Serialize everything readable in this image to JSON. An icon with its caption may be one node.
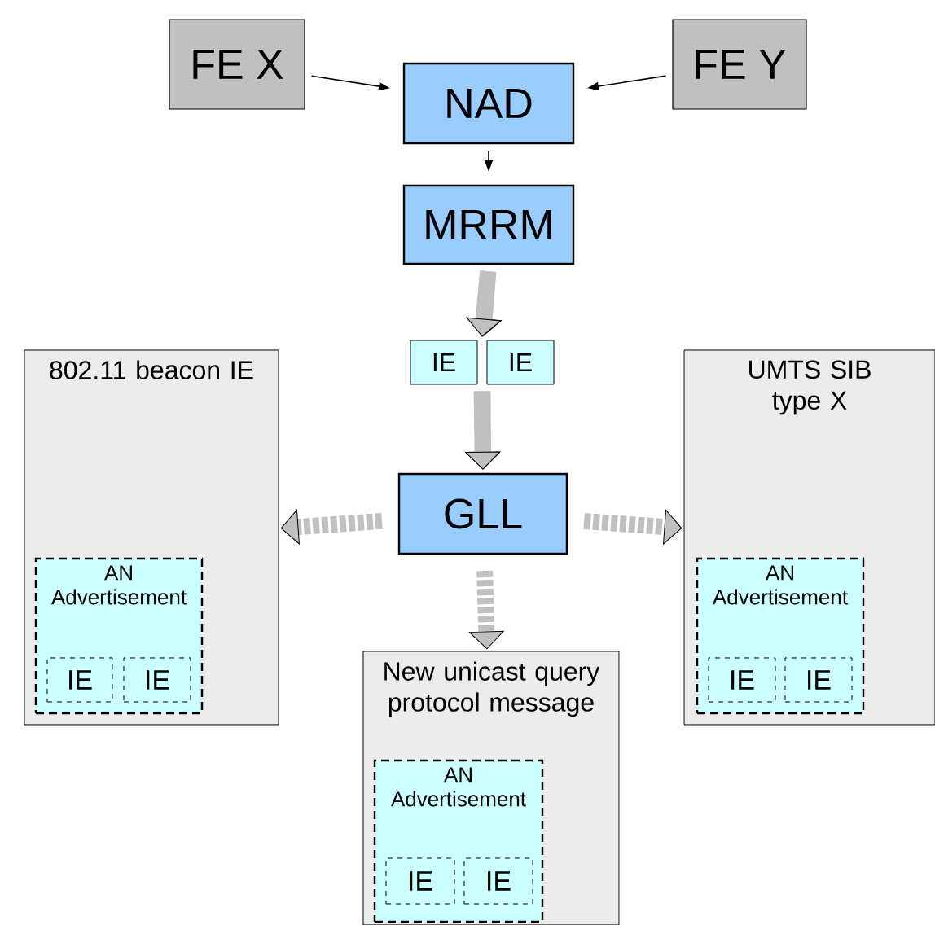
{
  "diagram": {
    "nodes": [
      {
        "text": [
          "FE X"
        ]
      },
      {
        "text": [
          "FE Y"
        ]
      },
      {
        "text": [
          "NAD"
        ]
      },
      {
        "text": [
          "MRRM"
        ]
      },
      {
        "text": [
          "IE"
        ]
      },
      {
        "text": [
          "IE"
        ]
      },
      {
        "text": [
          "GLL"
        ]
      },
      {
        "text": [
          "802.11 beacon IE"
        ]
      },
      {
        "text": [
          "AN Advertisement"
        ],
        "in": 7
      },
      {
        "text": [
          "IE"
        ],
        "in": 8
      },
      {
        "text": [
          "IE"
        ],
        "in": 8
      },
      {
        "text": [
          "UMTS SIB type X"
        ]
      },
      {
        "text": [
          "AN Advertisement"
        ],
        "in": 11
      },
      {
        "text": [
          "IE"
        ],
        "in": 12
      },
      {
        "text": [
          "IE"
        ],
        "in": 12
      },
      {
        "text": [
          "New unicast query protocol message"
        ]
      },
      {
        "text": [
          "AN Advertisement"
        ],
        "in": 15
      },
      {
        "text": [
          "IE"
        ],
        "in": 16
      },
      {
        "text": [
          "IE"
        ],
        "in": 16
      }
    ],
    "edges": [
      {
        "from": 0,
        "to": 2,
        "arrow": "to",
        "color": "#000000"
      },
      {
        "from": 1,
        "to": 2,
        "arrow": "to",
        "color": "#000000"
      },
      {
        "from": 2,
        "to": 3,
        "arrow": "to",
        "color": "#000000"
      },
      {
        "from": 3,
        "to": 4,
        "arrow": "to",
        "color": "#c0c0c0"
      },
      {
        "from": 3,
        "to": 5,
        "arrow": "to",
        "color": "#c0c0c0"
      },
      {
        "from": 4,
        "to": 6,
        "arrow": "to",
        "color": "#c0c0c0"
      },
      {
        "from": 5,
        "to": 6,
        "arrow": "to",
        "color": "#c0c0c0"
      },
      {
        "from": 6,
        "to": 7,
        "arrow": "to",
        "style": "dashed",
        "color": "#c0c0c0"
      },
      {
        "from": 6,
        "to": 11,
        "arrow": "to",
        "style": "dashed",
        "color": "#c0c0c0"
      },
      {
        "from": 6,
        "to": 15,
        "arrow": "to",
        "style": "dashed",
        "color": "#c0c0c0"
      }
    ]
  }
}
